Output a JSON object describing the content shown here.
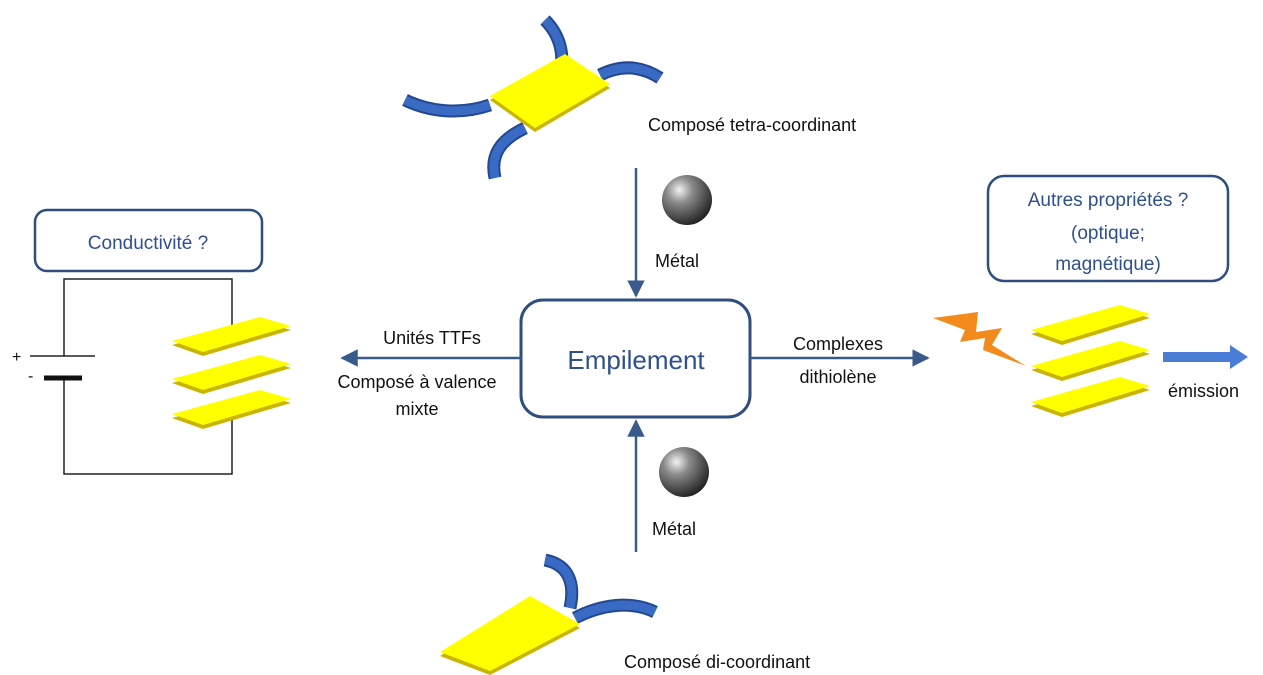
{
  "center": {
    "label": "Empilement"
  },
  "top": {
    "compound": "Composé tetra-coordinant",
    "metal": "Métal"
  },
  "bottom": {
    "compound": "Composé di-coordinant",
    "metal": "Métal"
  },
  "left": {
    "arrow_label_top": "Unités TTFs",
    "arrow_label_bottom_1": "Composé à valence",
    "arrow_label_bottom_2": "mixte",
    "box_label": "Conductivité ?",
    "battery_plus": "+",
    "battery_minus": "-"
  },
  "right": {
    "arrow_label_1": "Complexes",
    "arrow_label_2": "dithiolène",
    "box_line_1": "Autres propriétés ?",
    "box_line_2": "(optique;",
    "box_line_3": "magnétique)",
    "emission_label": "émission"
  },
  "colors": {
    "arrow": "#3b5a8c",
    "box_border": "#2f4d7e",
    "box_text": "#2f4f8f",
    "plate_yellow": "#ffff00",
    "plate_edge": "#c9b400",
    "ligand_blue": "#3a6bc4",
    "bolt": "#f28a1c",
    "emission_arrow": "#4a7ed6"
  },
  "icons": [
    "metal-sphere-icon",
    "lightning-bolt-icon",
    "battery-icon"
  ]
}
